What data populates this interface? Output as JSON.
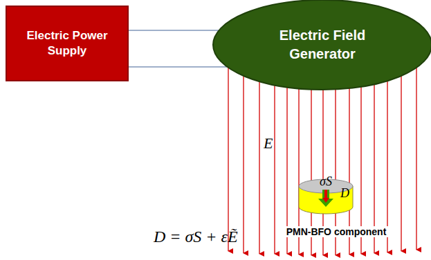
{
  "diagram": {
    "nodes": [
      {
        "text": [
          "Electric Power Supply"
        ]
      },
      {
        "text": [
          "Electric Field Generator"
        ]
      },
      {
        "text": [
          "σS",
          "D",
          "PMN-BFO component"
        ]
      }
    ],
    "edges": [
      {
        "from": 0,
        "to": 1,
        "arrow": "none"
      },
      {
        "from": 0,
        "to": 1,
        "arrow": "none"
      }
    ],
    "labels": [
      "E",
      "D = σS + εẼ"
    ]
  }
}
